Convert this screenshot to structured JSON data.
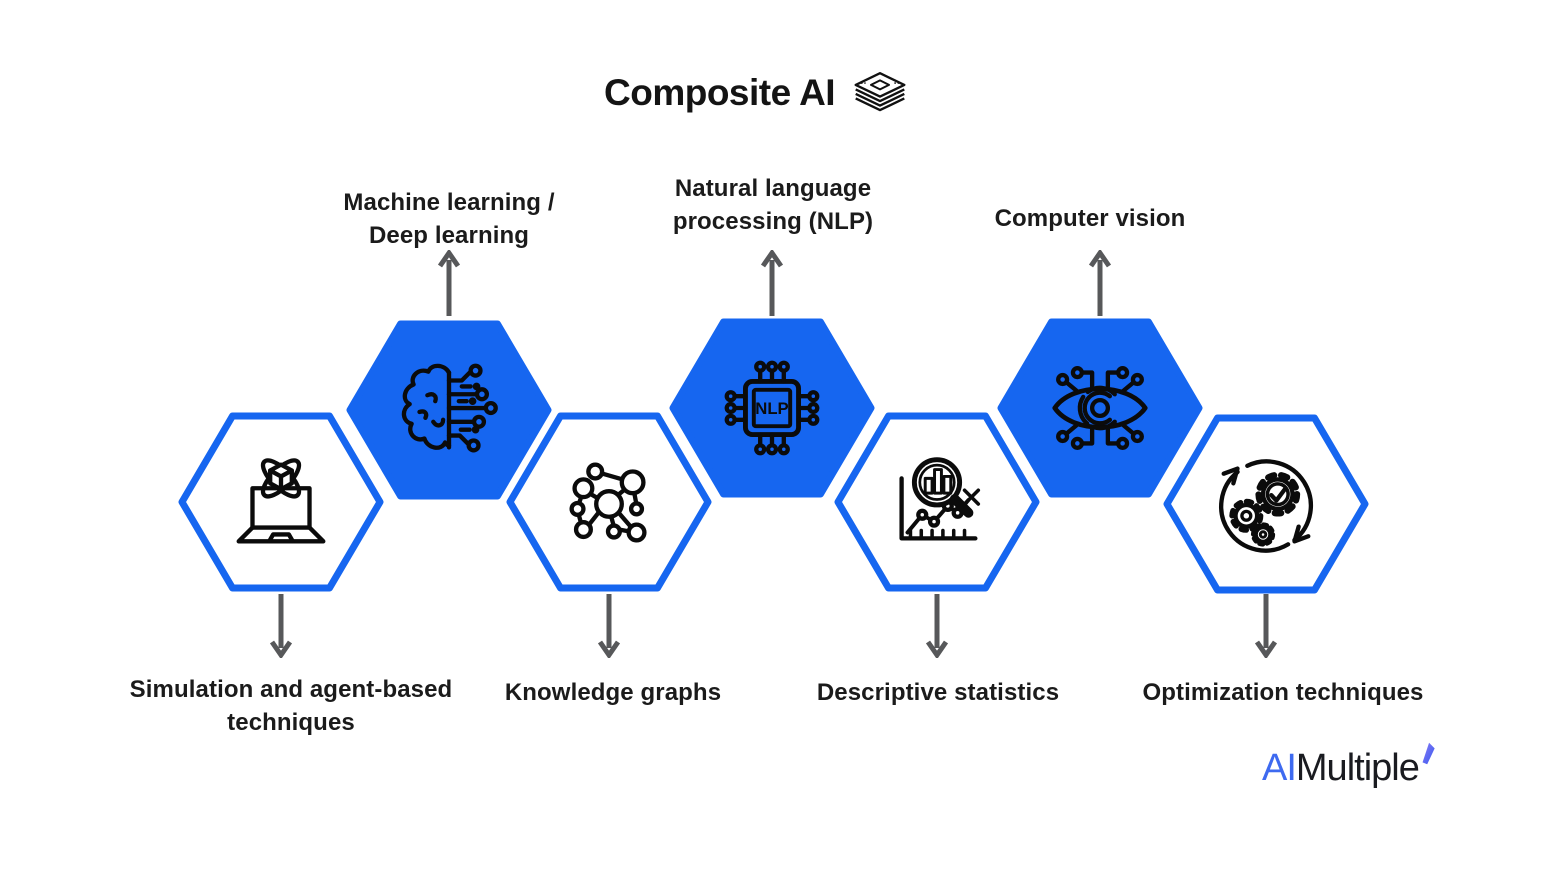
{
  "title": {
    "text": "Composite AI",
    "icon": "layers-stack-icon"
  },
  "colors": {
    "hexagon_blue": "#1666F0",
    "icon_line_black": "#0b0b0b",
    "arrow_gray": "#57585A",
    "label_text": "#1b1b1b",
    "logo_ai_blue": "#3e6af0",
    "logo_text_dark": "#1a1b20",
    "background": "#ffffff"
  },
  "techniques": [
    {
      "id": "simulation",
      "label": [
        "Simulation and agent-based",
        "techniques"
      ],
      "hexagon_style": "outline",
      "icon": "laptop-simulation-icon",
      "label_position": "below"
    },
    {
      "id": "machine-learning",
      "label": [
        "Machine learning /",
        "Deep learning"
      ],
      "hexagon_style": "solid",
      "icon": "brain-circuit-icon",
      "label_position": "above"
    },
    {
      "id": "knowledge-graphs",
      "label": [
        "Knowledge graphs"
      ],
      "hexagon_style": "outline",
      "icon": "knowledge-graph-icon",
      "label_position": "below"
    },
    {
      "id": "nlp",
      "label": [
        "Natural language",
        "processing (NLP)"
      ],
      "hexagon_style": "solid",
      "icon": "nlp-chip-icon",
      "chip_text": "NLP",
      "label_position": "above"
    },
    {
      "id": "descriptive-statistics",
      "label": [
        "Descriptive statistics"
      ],
      "hexagon_style": "outline",
      "icon": "statistics-magnifier-icon",
      "label_position": "below"
    },
    {
      "id": "computer-vision",
      "label": [
        "Computer vision"
      ],
      "hexagon_style": "solid",
      "icon": "vision-eye-circuit-icon",
      "label_position": "above"
    },
    {
      "id": "optimization",
      "label": [
        "Optimization techniques"
      ],
      "hexagon_style": "outline",
      "icon": "gears-cycle-icon",
      "label_position": "below"
    }
  ],
  "logo": {
    "prefix": "AI",
    "suffix": "Multiple",
    "icon": "bolt-icon"
  }
}
